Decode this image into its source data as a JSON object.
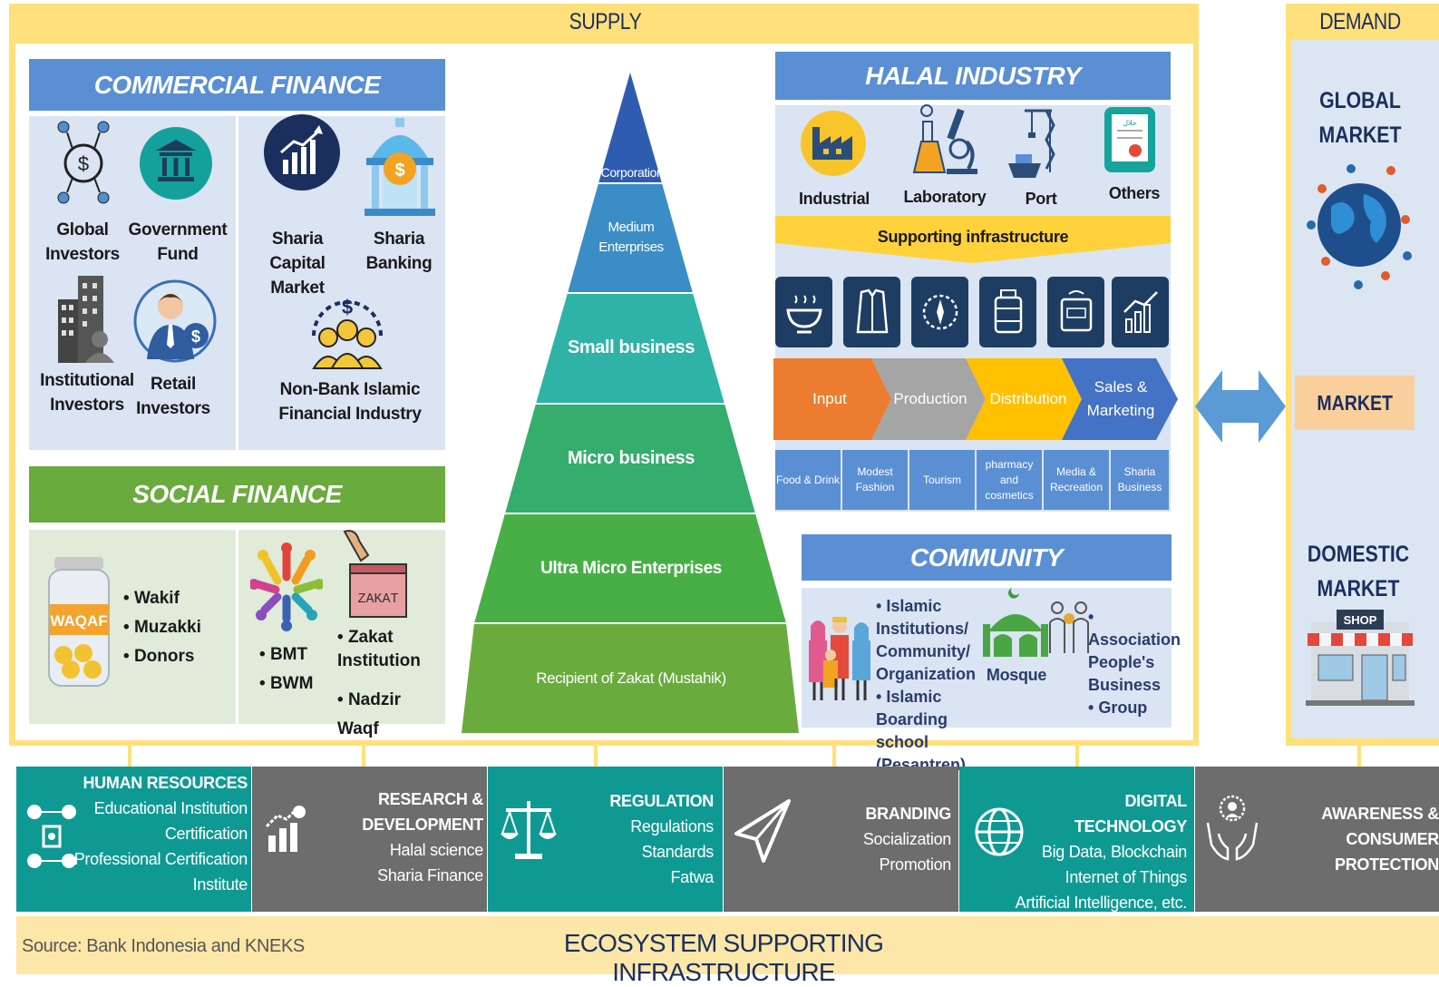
{
  "supply_label": "SUPPLY",
  "demand_label": "DEMAND",
  "commercial": {
    "title": "COMMERCIAL FINANCE",
    "items": {
      "global_investors": [
        "Global",
        "Investors"
      ],
      "government_fund": [
        "Government",
        "Fund"
      ],
      "sharia_capital_market": [
        "Sharia Capital",
        "Market"
      ],
      "sharia_banking": [
        "Sharia",
        "Banking"
      ],
      "institutional_investors": [
        "Institutional",
        "Investors"
      ],
      "retail_investors": [
        "Retail",
        "Investors"
      ],
      "non_bank": [
        "Non-Bank Islamic",
        "Financial Industry"
      ]
    }
  },
  "social": {
    "title": "SOCIAL FINANCE",
    "waqaf_label": "WAQAF",
    "zakat_label": "ZAKAT",
    "list1": [
      "Wakif",
      "Muzakki",
      "Donors"
    ],
    "list2": [
      "BMT",
      "BWM"
    ],
    "list3": [
      "Zakat Institution",
      "Nadzir Waqf"
    ]
  },
  "pyramid": [
    {
      "label": "Corporation"
    },
    {
      "label": "Medium Enterprises"
    },
    {
      "label": "Small business"
    },
    {
      "label": "Micro business"
    },
    {
      "label": "Ultra Micro Enterprises"
    },
    {
      "label": "Recipient of Zakat (Mustahik)"
    }
  ],
  "halal": {
    "title": "HALAL INDUSTRY",
    "facilities": [
      "Industrial area",
      "Laboratory",
      "Port",
      "Others"
    ],
    "supporting": "Supporting infrastructure",
    "chain": [
      "Input",
      "Production",
      "Distribution",
      "Sales & Marketing"
    ],
    "sectors": [
      "Food & Drink",
      "Modest Fashion",
      "Tourism",
      "pharmacy and cosmetics",
      "Media & Recreation",
      "Sharia Business"
    ]
  },
  "community": {
    "title": "COMMUNITY",
    "list1": [
      "Islamic Institutions/ Community/ Organization",
      "Islamic Boarding school (Pesantren)"
    ],
    "mosque": "Mosque",
    "list2": [
      "Association People's Business",
      "Group"
    ]
  },
  "demand": {
    "global": "GLOBAL MARKET",
    "market": "MARKET",
    "domestic": "DOMESTIC MARKET",
    "shop": "SHOP"
  },
  "ecosystem": [
    {
      "title": "HUMAN RESOURCES",
      "lines": [
        "Educational Institution",
        "Certification",
        "Professional Certification",
        "Institute"
      ]
    },
    {
      "title": "RESEARCH & DEVELOPMENT",
      "lines": [
        "Halal science",
        "Sharia Finance"
      ]
    },
    {
      "title": "REGULATION",
      "lines": [
        "Regulations",
        "Standards",
        "Fatwa"
      ]
    },
    {
      "title": "BRANDING",
      "lines": [
        "Socialization",
        "Promotion"
      ]
    },
    {
      "title": "DIGITAL TECHNOLOGY",
      "lines": [
        "Big Data, Blockchain",
        "Internet of Things",
        "Artificial Intelligence, etc."
      ]
    },
    {
      "title": "AWARENESS & CONSUMER PROTECTION",
      "lines": []
    }
  ],
  "footer": {
    "source": "Source: Bank Indonesia and KNEKS",
    "title": "ECOSYSTEM SUPPORTING INFRASTRUCTURE"
  },
  "colors": {
    "blue_bar": "#5b8fd4",
    "green_bar": "#6aab3e",
    "panel_blue": "#dae4f2",
    "panel_green": "#e0ebd9",
    "teal": "#0e9a93",
    "gray": "#6d6d6d",
    "yellow": "#ffe07a"
  }
}
